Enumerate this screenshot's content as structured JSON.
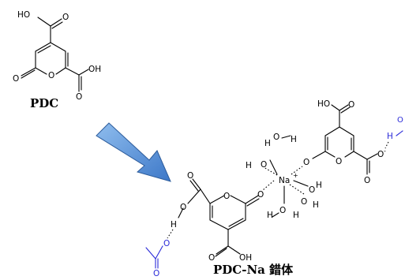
{
  "diagram": {
    "labels": {
      "pdc": "PDC",
      "complex": "PDC-Na 錯体"
    },
    "atoms": {
      "HO": "HO",
      "O": "O",
      "OH": "OH",
      "H": "H",
      "Na": "Na",
      "charge_plus": "+",
      "charge_minus": "-",
      "oh_top": "H–O"
    },
    "colors": {
      "arrow_fill_top": "#7fb2e8",
      "arrow_fill_bottom": "#3d78c8",
      "arrow_stroke": "#2e5d9c",
      "hbond_partner": "#2a2ad8"
    }
  }
}
